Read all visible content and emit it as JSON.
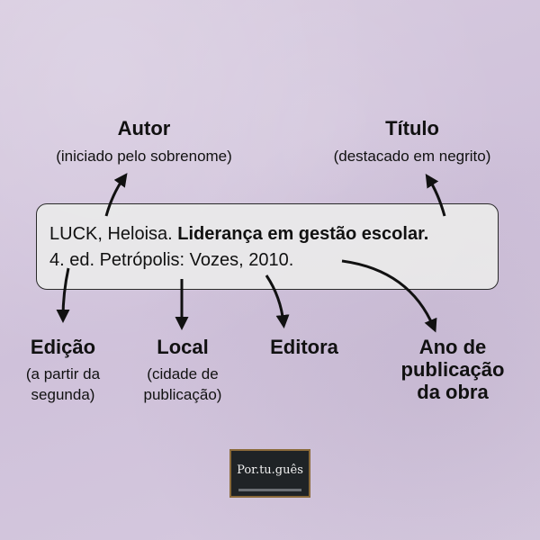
{
  "author": {
    "title": "Autor",
    "note": "(iniciado pelo sobrenome)"
  },
  "work_title": {
    "title": "Título",
    "note": "(destacado em negrito)"
  },
  "reference": {
    "author_part": "LUCK, Heloisa. ",
    "title_part": "Liderança em gestão escolar.",
    "line2": "4. ed. Petrópolis: Vozes, 2010."
  },
  "edition": {
    "title": "Edição",
    "note_line1": "(a partir da",
    "note_line2": "segunda)"
  },
  "place": {
    "title": "Local",
    "note_line1": "(cidade de",
    "note_line2": "publicação)"
  },
  "publisher": {
    "title": "Editora"
  },
  "year": {
    "line1": "Ano de",
    "line2": "publicação",
    "line3": "da obra"
  },
  "logo": {
    "text": "Por.tu.guês"
  }
}
